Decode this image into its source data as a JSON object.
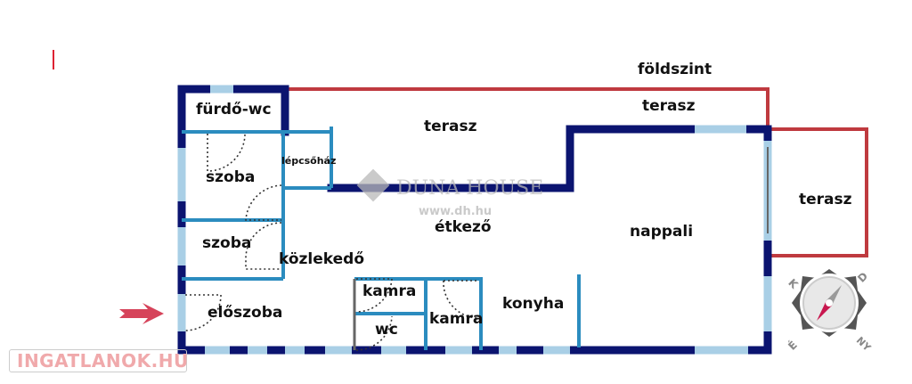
{
  "floor_label": "földszint",
  "rooms": {
    "furdo": "fürdő-wc",
    "terasz_top": "terasz",
    "terasz_upper": "terasz",
    "terasz_right": "terasz",
    "lepcsohaz": "lépcsőház",
    "szoba1": "szoba",
    "szoba2": "szoba",
    "kozlekedo": "közlekedő",
    "etkezo": "étkező",
    "nappali": "nappali",
    "eloszoba": "előszoba",
    "kamra1": "kamra",
    "kamra2": "kamra",
    "wc": "wc",
    "konyha": "konyha"
  },
  "watermark": {
    "brand": "DUNA HOUSE",
    "url": "www.dh.hu"
  },
  "compass": {
    "n": "É",
    "e": "K",
    "s": "D",
    "w": "NY"
  },
  "logo": "INGATLANOK.HU",
  "colors": {
    "exterior_wall": "#0b1470",
    "interior_wall": "#2b8cbf",
    "terrace": "#bf3a3f",
    "entrance_arrow": "#d6435a"
  }
}
